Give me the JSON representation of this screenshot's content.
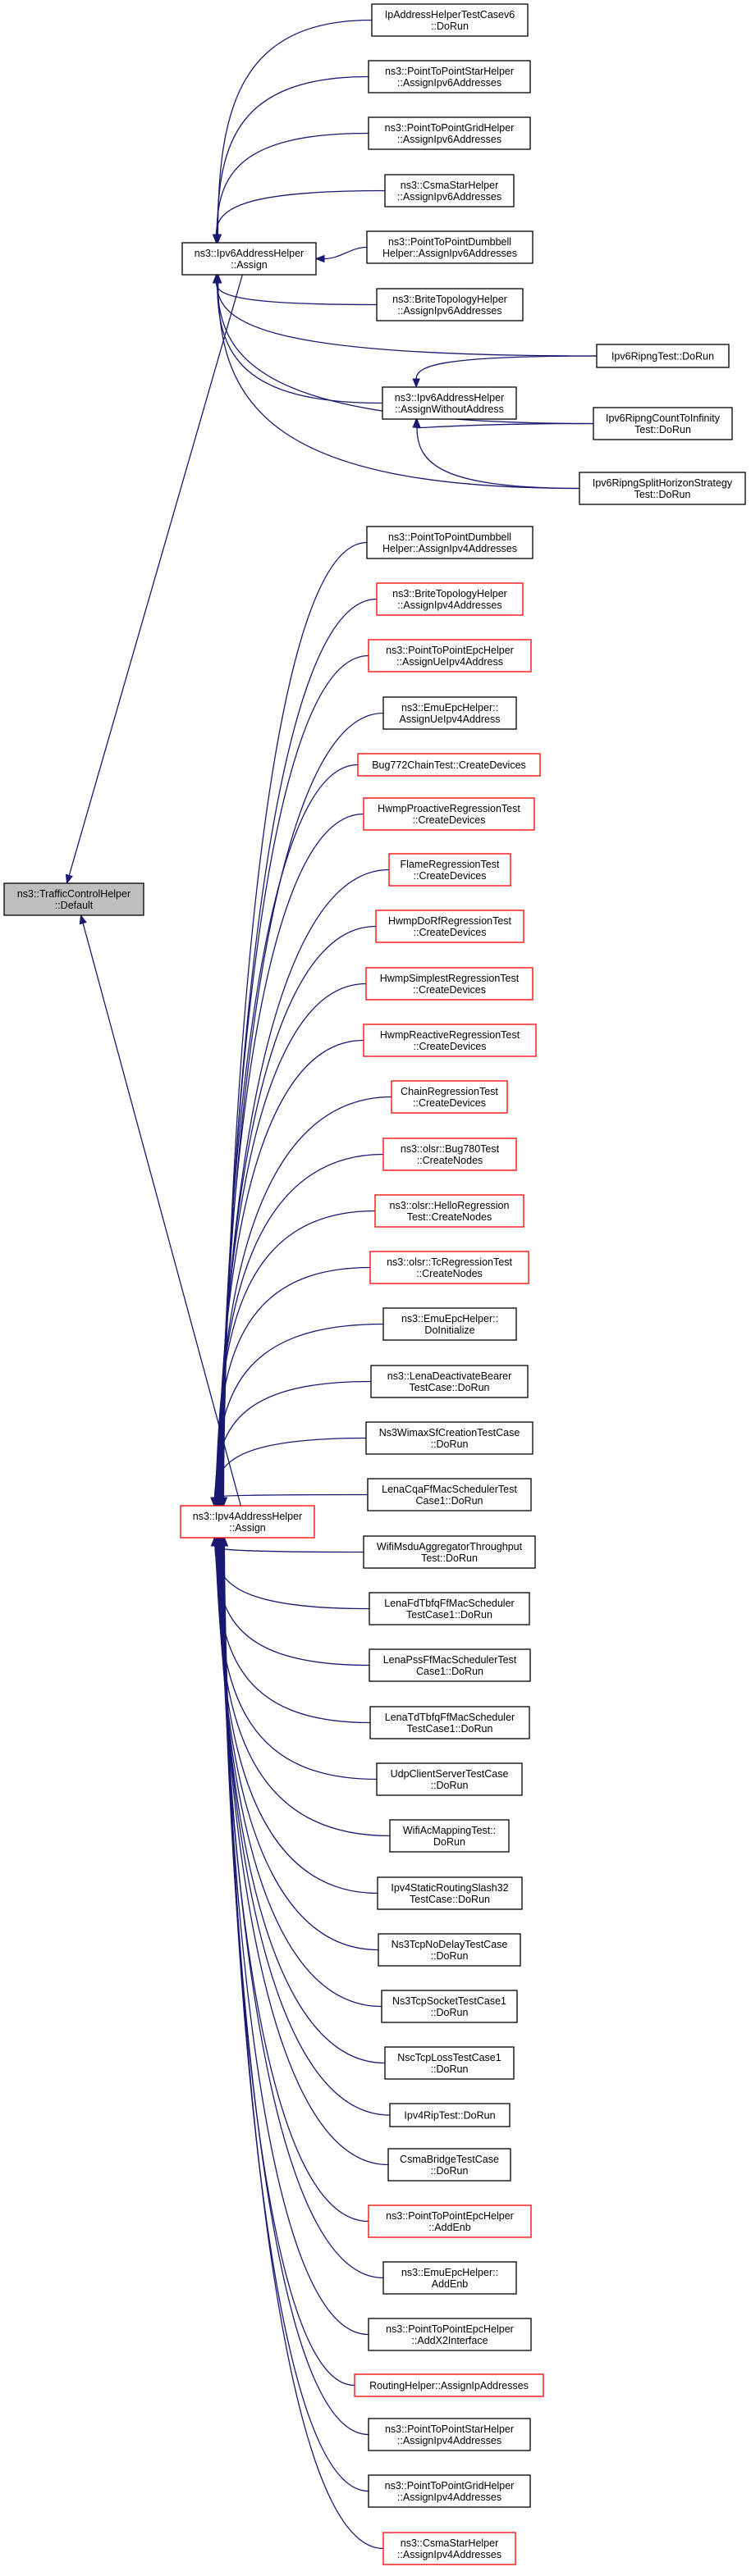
{
  "colors": {
    "edge": "#191970",
    "normal_border": "#000000",
    "linked_border": "#ff0000",
    "root_fill": "#bfbfbf",
    "node_fill": "#ffffff"
  },
  "root": {
    "id": "root",
    "lines": [
      "ns3::TrafficControlHelper",
      "::Default"
    ],
    "kind": "root"
  },
  "nodes": [
    {
      "id": "ipv6-assign",
      "lines": [
        "ns3::Ipv6AddressHelper",
        "::Assign"
      ],
      "kind": "normal"
    },
    {
      "id": "ipv4-assign",
      "lines": [
        "ns3::Ipv4AddressHelper",
        "::Assign"
      ],
      "kind": "linked"
    },
    {
      "id": "ipv6-without",
      "lines": [
        "ns3::Ipv6AddressHelper",
        "::AssignWithoutAddress"
      ],
      "kind": "normal"
    },
    {
      "id": "v6-casev6",
      "lines": [
        "IpAddressHelperTestCasev6",
        "::DoRun"
      ],
      "kind": "normal"
    },
    {
      "id": "v6-star",
      "lines": [
        "ns3::PointToPointStarHelper",
        "::AssignIpv6Addresses"
      ],
      "kind": "normal"
    },
    {
      "id": "v6-grid",
      "lines": [
        "ns3::PointToPointGridHelper",
        "::AssignIpv6Addresses"
      ],
      "kind": "normal"
    },
    {
      "id": "v6-csma",
      "lines": [
        "ns3::CsmaStarHelper",
        "::AssignIpv6Addresses"
      ],
      "kind": "normal"
    },
    {
      "id": "v6-dumbbell",
      "lines": [
        "ns3::PointToPointDumbbell",
        "Helper::AssignIpv6Addresses"
      ],
      "kind": "normal"
    },
    {
      "id": "v6-brite",
      "lines": [
        "ns3::BriteTopologyHelper",
        "::AssignIpv6Addresses"
      ],
      "kind": "normal"
    },
    {
      "id": "ripng",
      "lines": [
        "Ipv6RipngTest::DoRun"
      ],
      "kind": "normal"
    },
    {
      "id": "ripng-count",
      "lines": [
        "Ipv6RipngCountToInfinity",
        "Test::DoRun"
      ],
      "kind": "normal"
    },
    {
      "id": "ripng-split",
      "lines": [
        "Ipv6RipngSplitHorizonStrategy",
        "Test::DoRun"
      ],
      "kind": "normal"
    },
    {
      "id": "v4-dumbbell",
      "lines": [
        "ns3::PointToPointDumbbell",
        "Helper::AssignIpv4Addresses"
      ],
      "kind": "normal"
    },
    {
      "id": "v4-brite",
      "lines": [
        "ns3::BriteTopologyHelper",
        "::AssignIpv4Addresses"
      ],
      "kind": "linked"
    },
    {
      "id": "v4-epc",
      "lines": [
        "ns3::PointToPointEpcHelper",
        "::AssignUeIpv4Address"
      ],
      "kind": "linked"
    },
    {
      "id": "v4-emuepc",
      "lines": [
        "ns3::EmuEpcHelper::",
        "AssignUeIpv4Address"
      ],
      "kind": "normal"
    },
    {
      "id": "v4-bug772",
      "lines": [
        "Bug772ChainTest::CreateDevices"
      ],
      "kind": "linked"
    },
    {
      "id": "v4-hwmp-proactive",
      "lines": [
        "HwmpProactiveRegressionTest",
        "::CreateDevices"
      ],
      "kind": "linked"
    },
    {
      "id": "v4-flame",
      "lines": [
        "FlameRegressionTest",
        "::CreateDevices"
      ],
      "kind": "linked"
    },
    {
      "id": "v4-hwmp-dorf",
      "lines": [
        "HwmpDoRfRegressionTest",
        "::CreateDevices"
      ],
      "kind": "linked"
    },
    {
      "id": "v4-hwmp-simplest",
      "lines": [
        "HwmpSimplestRegressionTest",
        "::CreateDevices"
      ],
      "kind": "linked"
    },
    {
      "id": "v4-hwmp-reactive",
      "lines": [
        "HwmpReactiveRegressionTest",
        "::CreateDevices"
      ],
      "kind": "linked"
    },
    {
      "id": "v4-chain",
      "lines": [
        "ChainRegressionTest",
        "::CreateDevices"
      ],
      "kind": "linked"
    },
    {
      "id": "v4-olsr-bug780",
      "lines": [
        "ns3::olsr::Bug780Test",
        "::CreateNodes"
      ],
      "kind": "linked"
    },
    {
      "id": "v4-olsr-hello",
      "lines": [
        "ns3::olsr::HelloRegression",
        "Test::CreateNodes"
      ],
      "kind": "linked"
    },
    {
      "id": "v4-olsr-tc",
      "lines": [
        "ns3::olsr::TcRegressionTest",
        "::CreateNodes"
      ],
      "kind": "linked"
    },
    {
      "id": "v4-emuepc-init",
      "lines": [
        "ns3::EmuEpcHelper::",
        "DoInitialize"
      ],
      "kind": "normal"
    },
    {
      "id": "v4-lena-deact",
      "lines": [
        "ns3::LenaDeactivateBearer",
        "TestCase::DoRun"
      ],
      "kind": "normal"
    },
    {
      "id": "v4-wimax",
      "lines": [
        "Ns3WimaxSfCreationTestCase",
        "::DoRun"
      ],
      "kind": "normal"
    },
    {
      "id": "v4-lena-cqa",
      "lines": [
        "LenaCqaFfMacSchedulerTest",
        "Case1::DoRun"
      ],
      "kind": "normal"
    },
    {
      "id": "v4-wifi-msdu",
      "lines": [
        "WifiMsduAggregatorThroughput",
        "Test::DoRun"
      ],
      "kind": "normal"
    },
    {
      "id": "v4-lena-fdtbfq",
      "lines": [
        "LenaFdTbfqFfMacScheduler",
        "TestCase1::DoRun"
      ],
      "kind": "normal"
    },
    {
      "id": "v4-lena-pss",
      "lines": [
        "LenaPssFfMacSchedulerTest",
        "Case1::DoRun"
      ],
      "kind": "normal"
    },
    {
      "id": "v4-lena-tdtbfq",
      "lines": [
        "LenaTdTbfqFfMacScheduler",
        "TestCase1::DoRun"
      ],
      "kind": "normal"
    },
    {
      "id": "v4-udp",
      "lines": [
        "UdpClientServerTestCase",
        "::DoRun"
      ],
      "kind": "normal"
    },
    {
      "id": "v4-wifi-ac",
      "lines": [
        "WifiAcMappingTest::",
        "DoRun"
      ],
      "kind": "normal"
    },
    {
      "id": "v4-static-routing",
      "lines": [
        "Ipv4StaticRoutingSlash32",
        "TestCase::DoRun"
      ],
      "kind": "normal"
    },
    {
      "id": "v4-tcp-nodelay",
      "lines": [
        "Ns3TcpNoDelayTestCase",
        "::DoRun"
      ],
      "kind": "normal"
    },
    {
      "id": "v4-tcp-socket",
      "lines": [
        "Ns3TcpSocketTestCase1",
        "::DoRun"
      ],
      "kind": "normal"
    },
    {
      "id": "v4-nsc-tcp",
      "lines": [
        "NscTcpLossTestCase1",
        "::DoRun"
      ],
      "kind": "normal"
    },
    {
      "id": "v4-rip",
      "lines": [
        "Ipv4RipTest::DoRun"
      ],
      "kind": "normal"
    },
    {
      "id": "v4-csma-bridge",
      "lines": [
        "CsmaBridgeTestCase",
        "::DoRun"
      ],
      "kind": "normal"
    },
    {
      "id": "v4-p2p-addenb",
      "lines": [
        "ns3::PointToPointEpcHelper",
        "::AddEnb"
      ],
      "kind": "linked"
    },
    {
      "id": "v4-emu-addenb",
      "lines": [
        "ns3::EmuEpcHelper::",
        "AddEnb"
      ],
      "kind": "normal"
    },
    {
      "id": "v4-p2p-x2",
      "lines": [
        "ns3::PointToPointEpcHelper",
        "::AddX2Interface"
      ],
      "kind": "normal"
    },
    {
      "id": "v4-routing",
      "lines": [
        "RoutingHelper::AssignIpAddresses"
      ],
      "kind": "linked"
    },
    {
      "id": "v4-star",
      "lines": [
        "ns3::PointToPointStarHelper",
        "::AssignIpv4Addresses"
      ],
      "kind": "normal"
    },
    {
      "id": "v4-grid",
      "lines": [
        "ns3::PointToPointGridHelper",
        "::AssignIpv4Addresses"
      ],
      "kind": "normal"
    },
    {
      "id": "v4-csma-star",
      "lines": [
        "ns3::CsmaStarHelper",
        "::AssignIpv4Addresses"
      ],
      "kind": "linked"
    }
  ]
}
